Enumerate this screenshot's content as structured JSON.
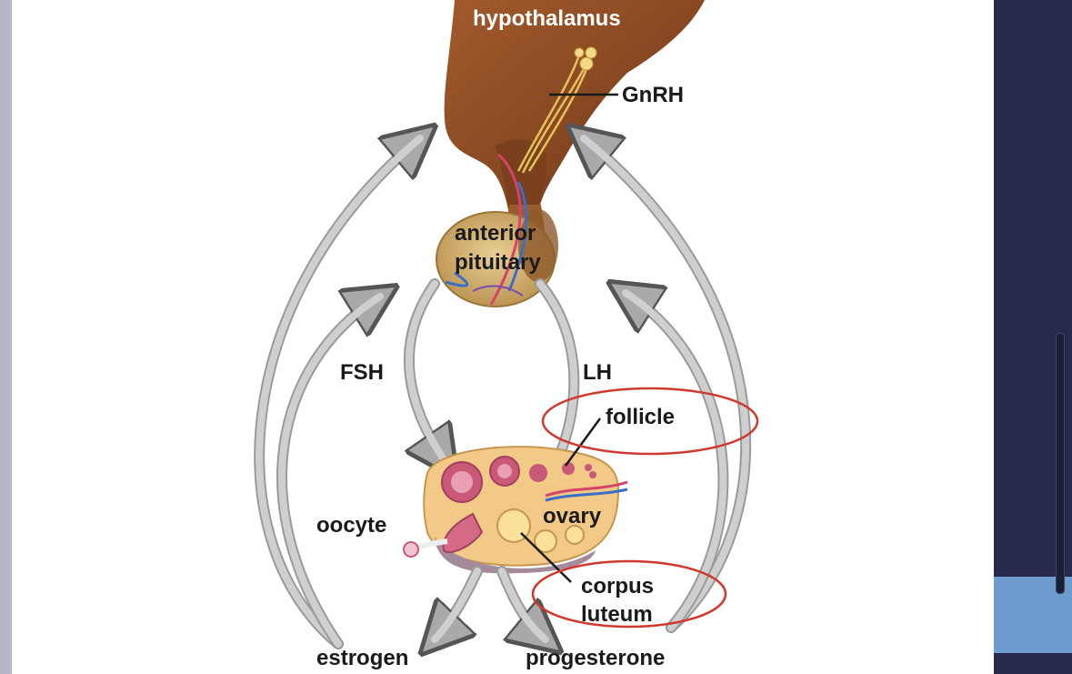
{
  "labels": {
    "hypothalamus": "hypothalamus",
    "gnrh": "GnRH",
    "anterior": "anterior",
    "pituitary": "pituitary",
    "fsh": "FSH",
    "lh": "LH",
    "follicle": "follicle",
    "oocyte": "oocyte",
    "ovary": "ovary",
    "corpus": "corpus",
    "luteum": "luteum",
    "estrogen": "estrogen",
    "progesterone": "progesterone"
  },
  "colors": {
    "hypothalamus": "#8a4a22",
    "pituitary": "#d9b97a",
    "ovary": "#f2c987",
    "follicle": "#c85a78",
    "arrow": "#b8b8b8",
    "highlight_circle": "#d03a2e",
    "side_panel": "#262a4d",
    "side_block": "#6e9bd0"
  }
}
